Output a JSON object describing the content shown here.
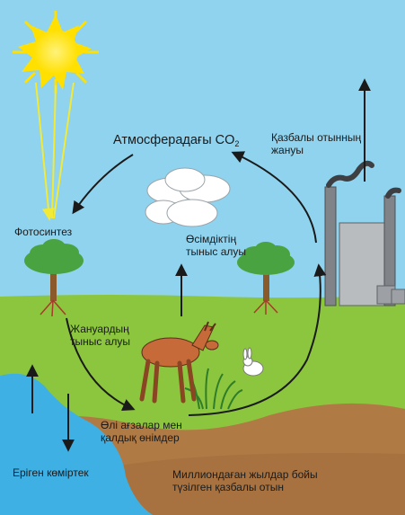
{
  "labels": {
    "atmosphere": {
      "text": "Атмосферадағы CO",
      "sub": "2"
    },
    "fossil_burning": {
      "line1": "Қазбалы отынның",
      "line2": "жануы"
    },
    "photosynthesis": "Фотосинтез",
    "plant_respiration": {
      "line1": "Өсімдіктің",
      "line2": "тыныс алуы"
    },
    "animal_respiration": {
      "line1": "Жануардың",
      "line2": "тыныс алуы"
    },
    "dead_organisms": {
      "line1": "Өлі ағзалар мен",
      "line2": "қалдық өнімдер"
    },
    "dissolved_carbon": "Еріген көміртек",
    "fossil_fuels": {
      "line1": "Миллиондаған жылдар бойы",
      "line2": "түзілген қазбалы отын"
    }
  },
  "colors": {
    "sky": "#8fd3ef",
    "grass": "#8cc63e",
    "soil": "#b07a45",
    "water": "#3fb0e3",
    "sun": "#ffe300",
    "arrow": "#1a1a1a"
  }
}
